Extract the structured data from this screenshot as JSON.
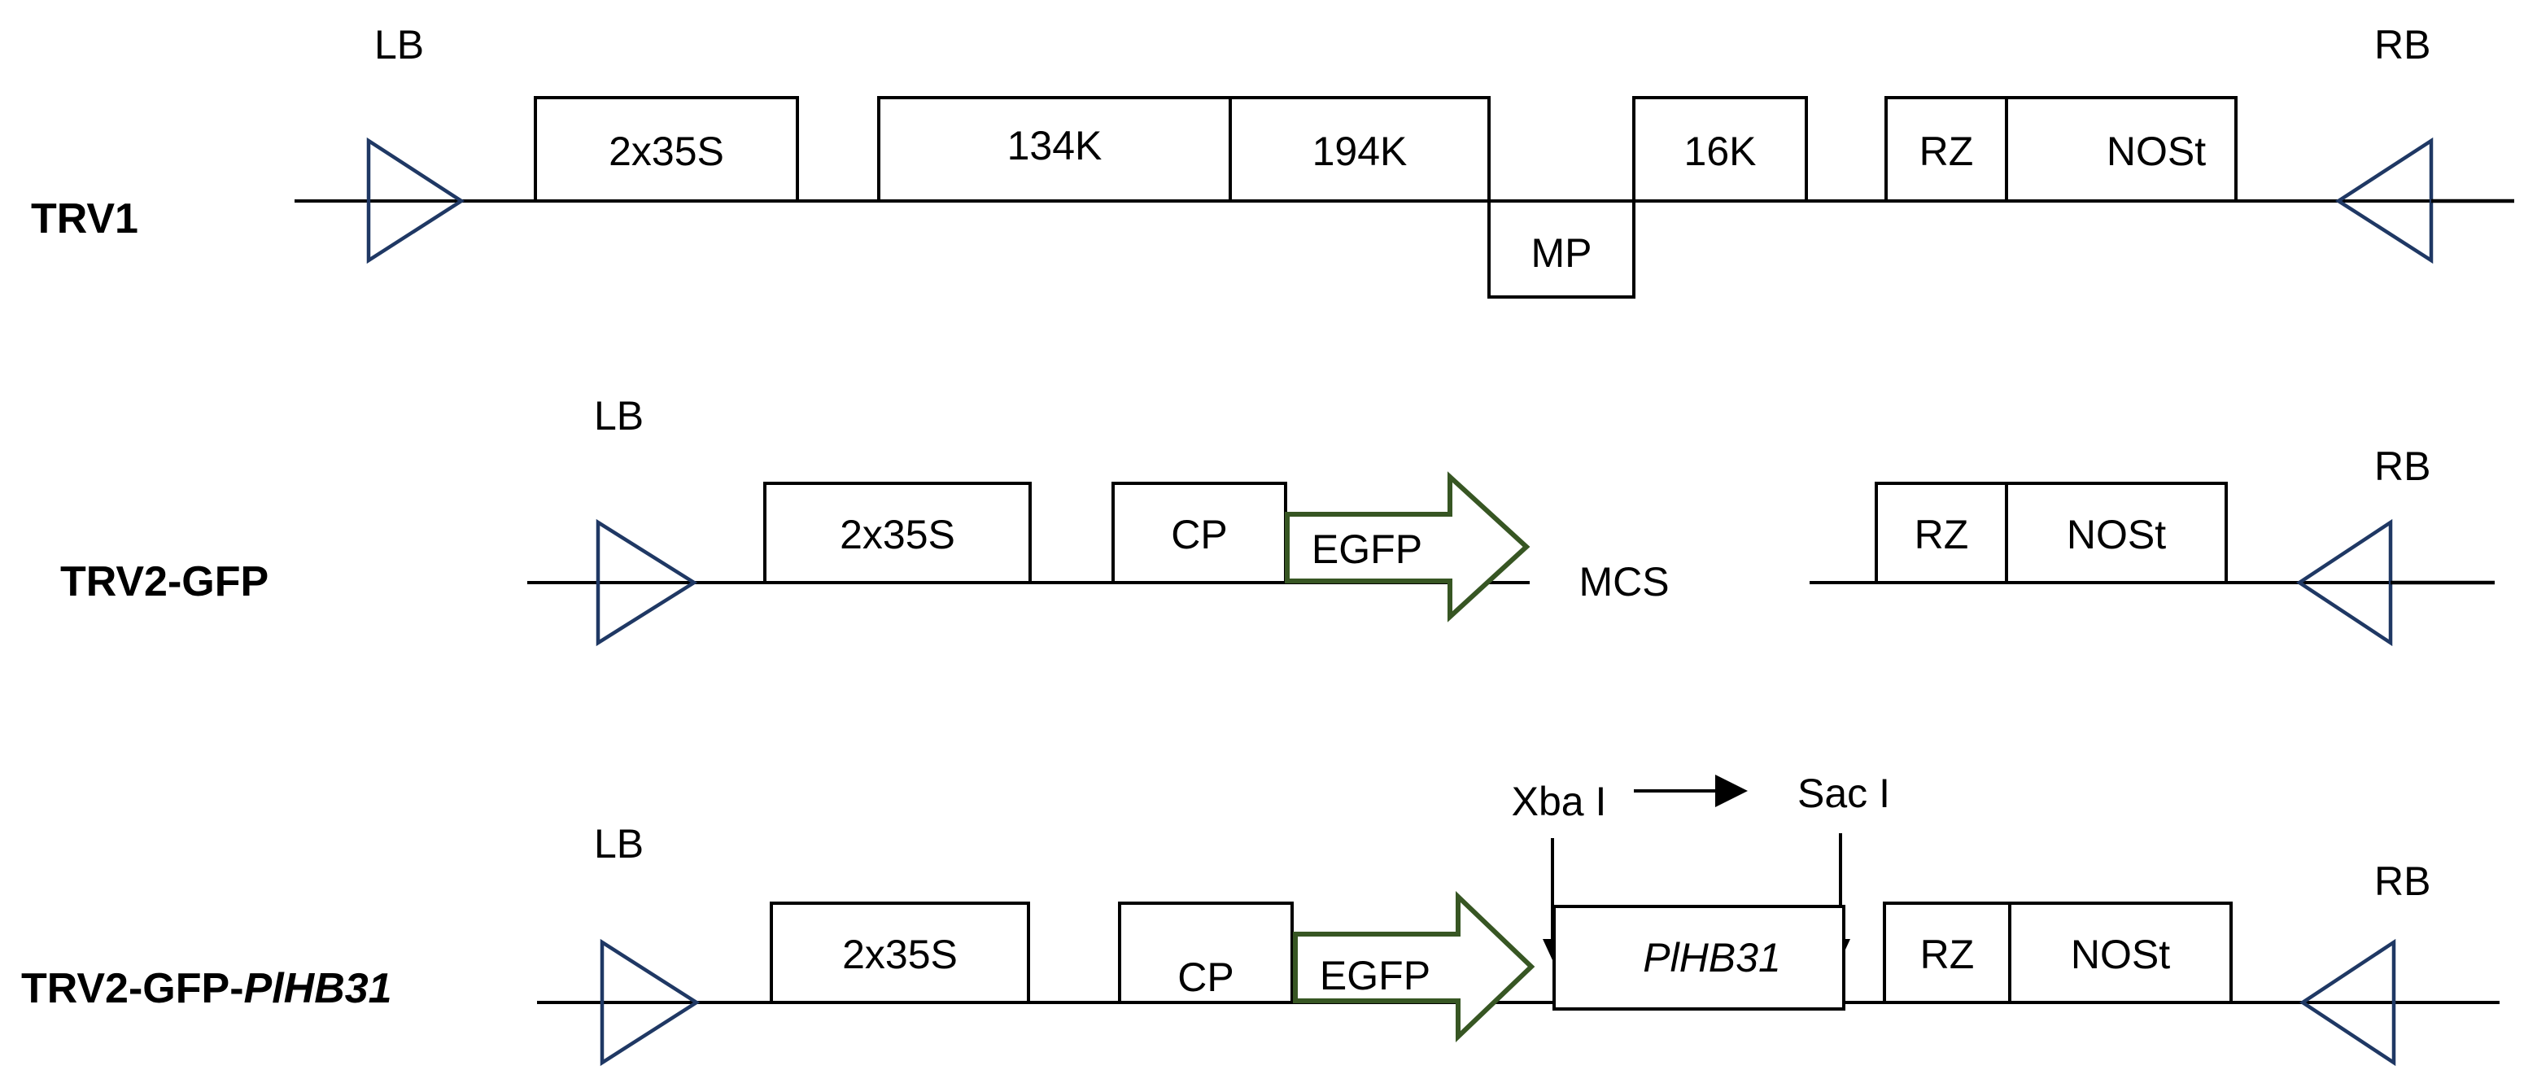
{
  "colors": {
    "border_triangle": "#1f3864",
    "egfp_arrow": "#375623",
    "line": "#000000",
    "background": "#ffffff"
  },
  "rows": {
    "trv1": {
      "name": "TRV1",
      "lb": "LB",
      "rb": "RB",
      "promoter": "2x35S",
      "gene_134k": "134K",
      "gene_194k": "194K",
      "mp": "MP",
      "gene_16k": "16K",
      "rz": "RZ",
      "nost": "NOSt"
    },
    "trv2_gfp": {
      "name": "TRV2-GFP",
      "lb": "LB",
      "rb": "RB",
      "promoter": "2x35S",
      "cp": "CP",
      "egfp": "EGFP",
      "mcs": "MCS",
      "rz": "RZ",
      "nost": "NOSt"
    },
    "trv2_gfp_plhb31": {
      "name_prefix": "TRV2-GFP-",
      "name_gene": "PlHB31",
      "lb": "LB",
      "rb": "RB",
      "promoter": "2x35S",
      "cp": "CP",
      "egfp": "EGFP",
      "xba": "Xba I",
      "sac": "Sac I",
      "insert": "PlHB31",
      "rz": "RZ",
      "nost": "NOSt"
    }
  }
}
